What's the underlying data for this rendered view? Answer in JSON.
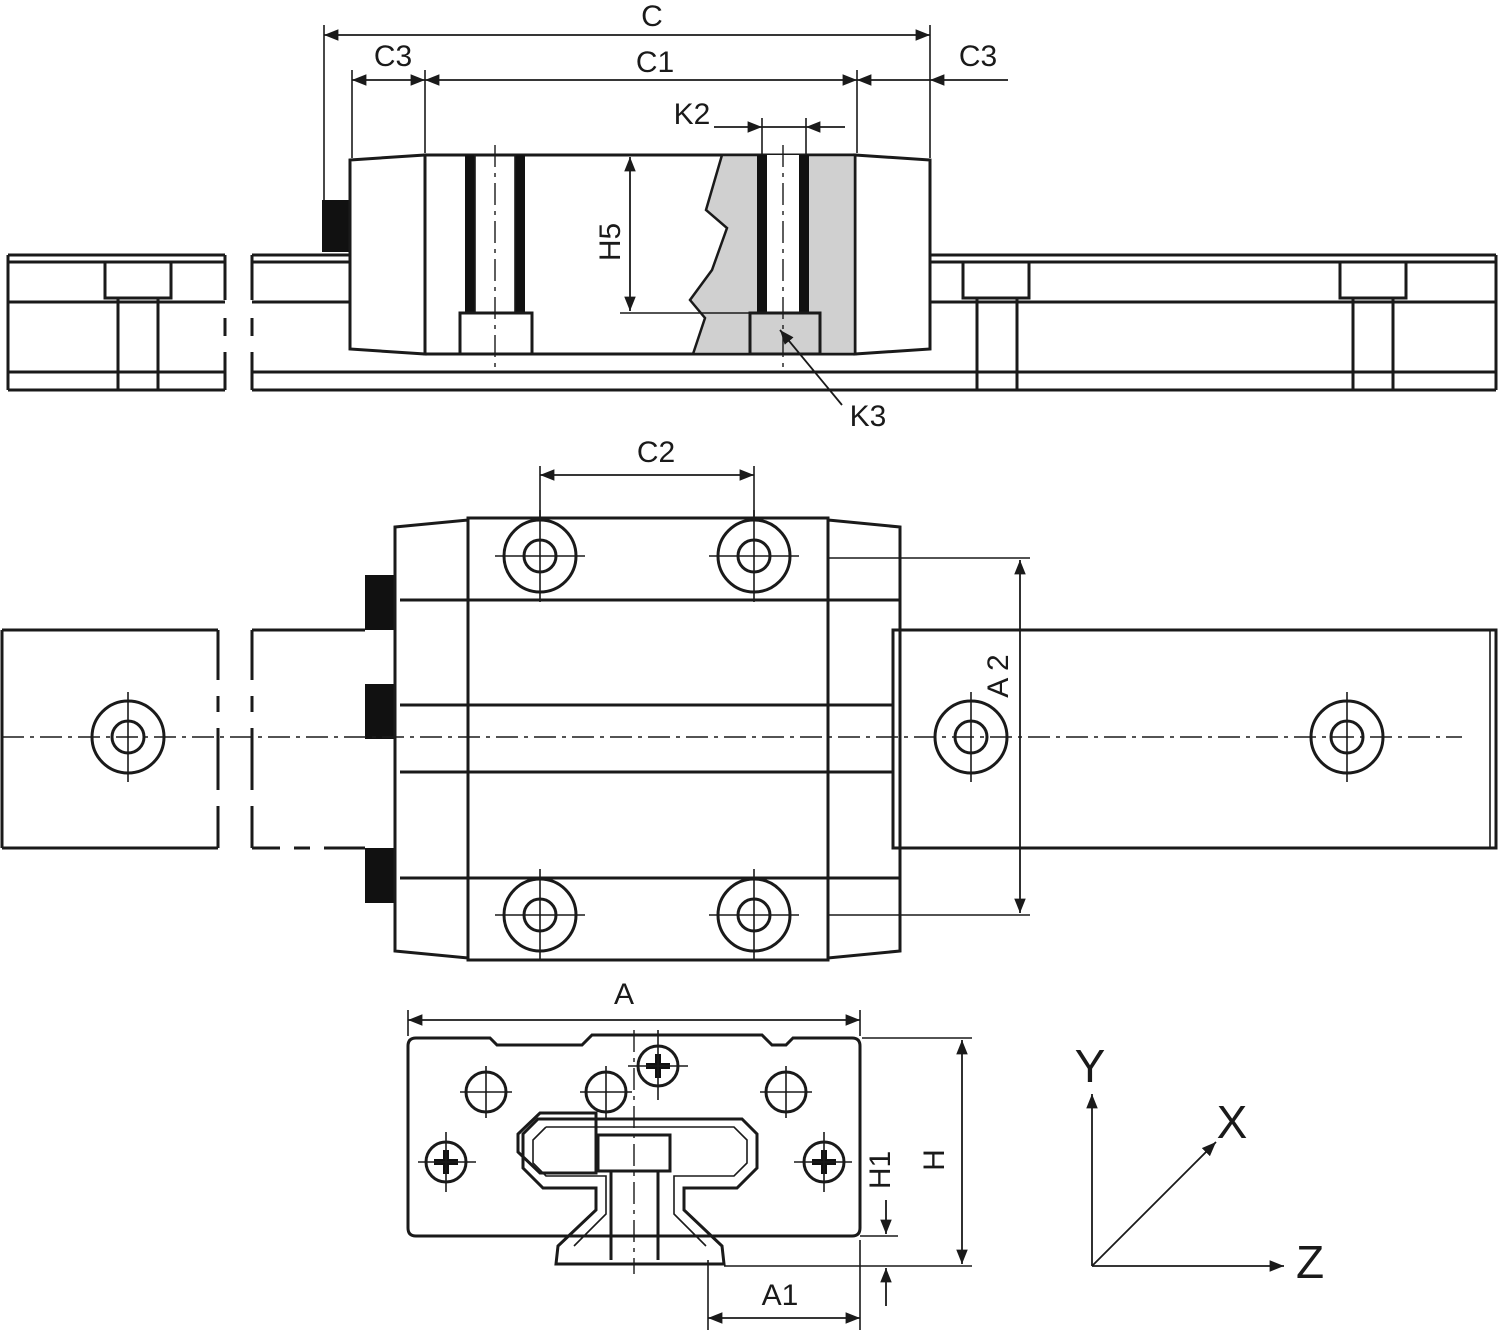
{
  "colors": {
    "line": "#1a1a1a",
    "section_fill": "#d0d0d0",
    "seal": "#111111"
  },
  "top_view": {
    "labels": {
      "C": "C",
      "C1": "C1",
      "C3_left": "C3",
      "C3_right": "C3",
      "K2": "K2",
      "H5": "H5",
      "K3": "K3"
    }
  },
  "plan_view": {
    "labels": {
      "C2": "C2",
      "A2": "A 2"
    }
  },
  "end_view": {
    "labels": {
      "A": "A",
      "A1": "A1",
      "H": "H",
      "H1": "H1"
    }
  },
  "axes": {
    "y": "Y",
    "x": "X",
    "z": "Z"
  }
}
